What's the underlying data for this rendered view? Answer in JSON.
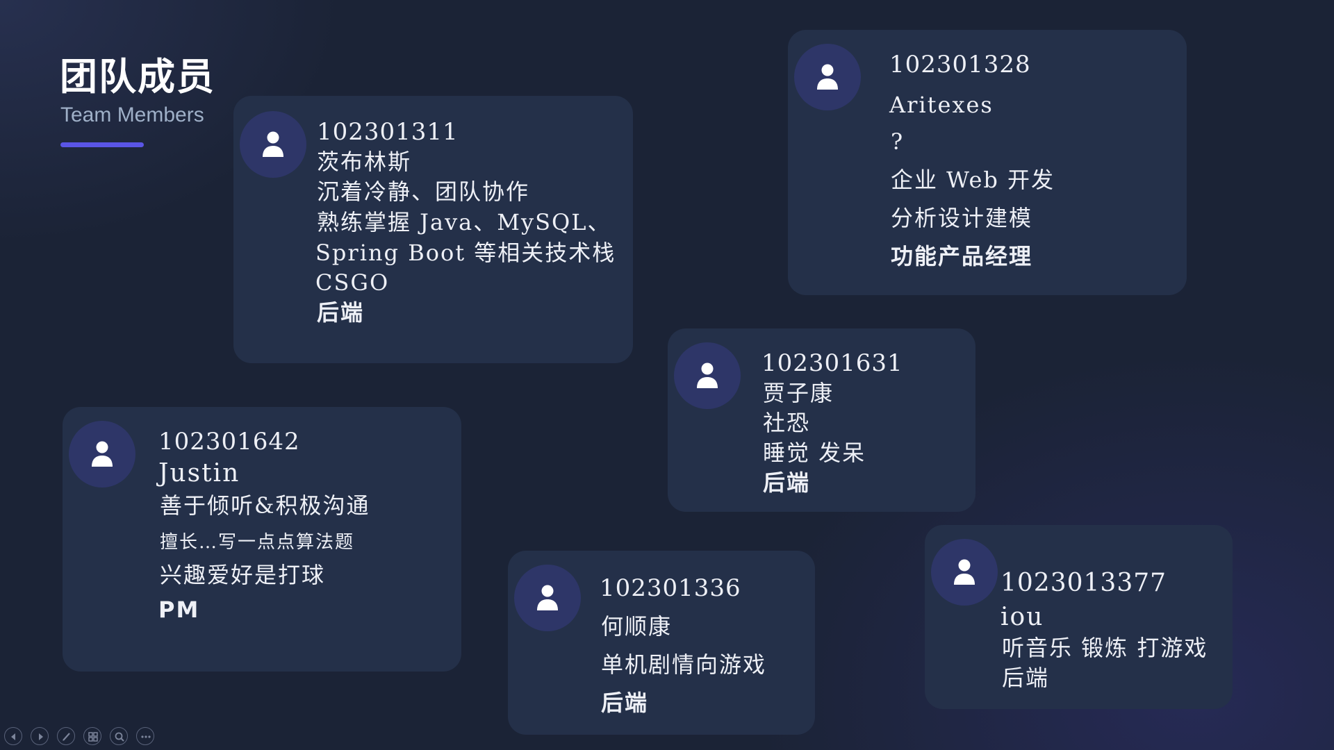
{
  "slide": {
    "title": "团队成员",
    "subtitle": "Team Members"
  },
  "members": [
    {
      "id": "102301311",
      "lines": [
        "茨布林斯",
        "沉着冷静、团队协作",
        "熟练掌握 Java、MySQL、",
        "Spring Boot 等相关技术栈",
        "CSGO"
      ],
      "role": "后端"
    },
    {
      "id": "102301328",
      "lines": [
        "Aritexes",
        "?",
        "企业 Web 开发",
        "分析设计建模"
      ],
      "role": "功能产品经理"
    },
    {
      "id": "102301631",
      "lines": [
        "贾子康",
        "社恐",
        "睡觉 发呆"
      ],
      "role": "后端"
    },
    {
      "id": "102301642",
      "lines": [
        "Justin",
        "善于倾听&积极沟通",
        "擅长…写一点点算法题",
        "兴趣爱好是打球"
      ],
      "role": "PM"
    },
    {
      "id": "102301336",
      "lines": [
        "何顺康",
        "单机剧情向游戏"
      ],
      "role": "后端"
    },
    {
      "id": "1023013377",
      "lines": [
        "iou",
        "听音乐 锻炼 打游戏",
        "后端"
      ]
    }
  ],
  "toolbar": {
    "icons": [
      "prev-slide-icon",
      "next-slide-icon",
      "pen-icon",
      "slides-grid-icon",
      "zoom-icon",
      "more-icon"
    ]
  },
  "colors": {
    "background": "#1b2336",
    "card": "#243049",
    "avatar": "#2e3668",
    "accent": "#5a55e6"
  }
}
